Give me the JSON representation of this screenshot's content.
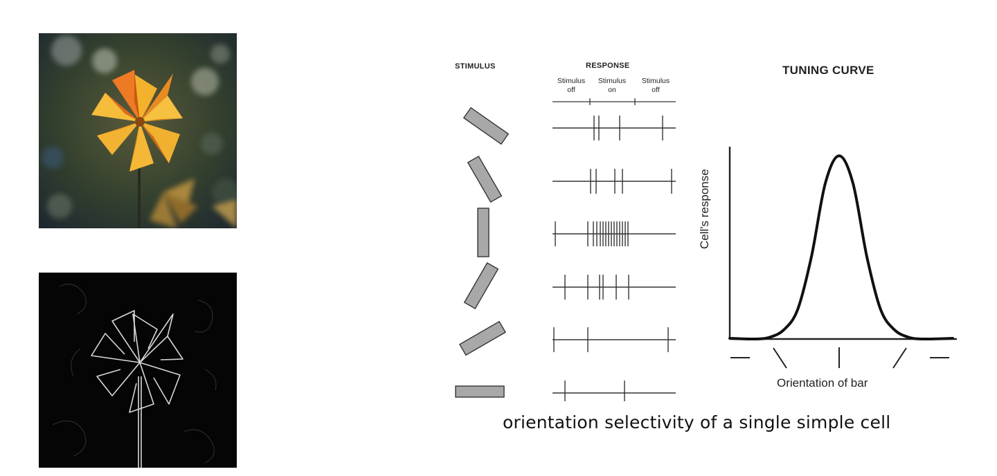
{
  "stimulus_header": "STIMULUS",
  "response_header": "RESPONSE",
  "response_phases": {
    "off_1": [
      "Stimulus",
      "off"
    ],
    "on": [
      "Stimulus",
      "on"
    ],
    "off_2": [
      "Stimulus",
      "off"
    ]
  },
  "tuning_title": "TUNING CURVE",
  "chart_data": {
    "type": "line",
    "title": "TUNING CURVE",
    "xlabel": "Orientation of bar",
    "ylabel": "Cell's response",
    "series": [
      {
        "x": [
          -90,
          -75,
          -60,
          -45,
          -30,
          -15,
          0,
          15,
          30,
          45,
          60,
          75,
          90
        ],
        "y": [
          0.0,
          0.01,
          0.05,
          0.16,
          0.45,
          0.85,
          1.0,
          0.85,
          0.45,
          0.16,
          0.05,
          0.01,
          0.0
        ]
      }
    ],
    "xlim": [
      -90,
      90
    ],
    "ylim": [
      0,
      1.05
    ],
    "grid": false
  },
  "caption": "orientation selectivity of a single simple cell"
}
